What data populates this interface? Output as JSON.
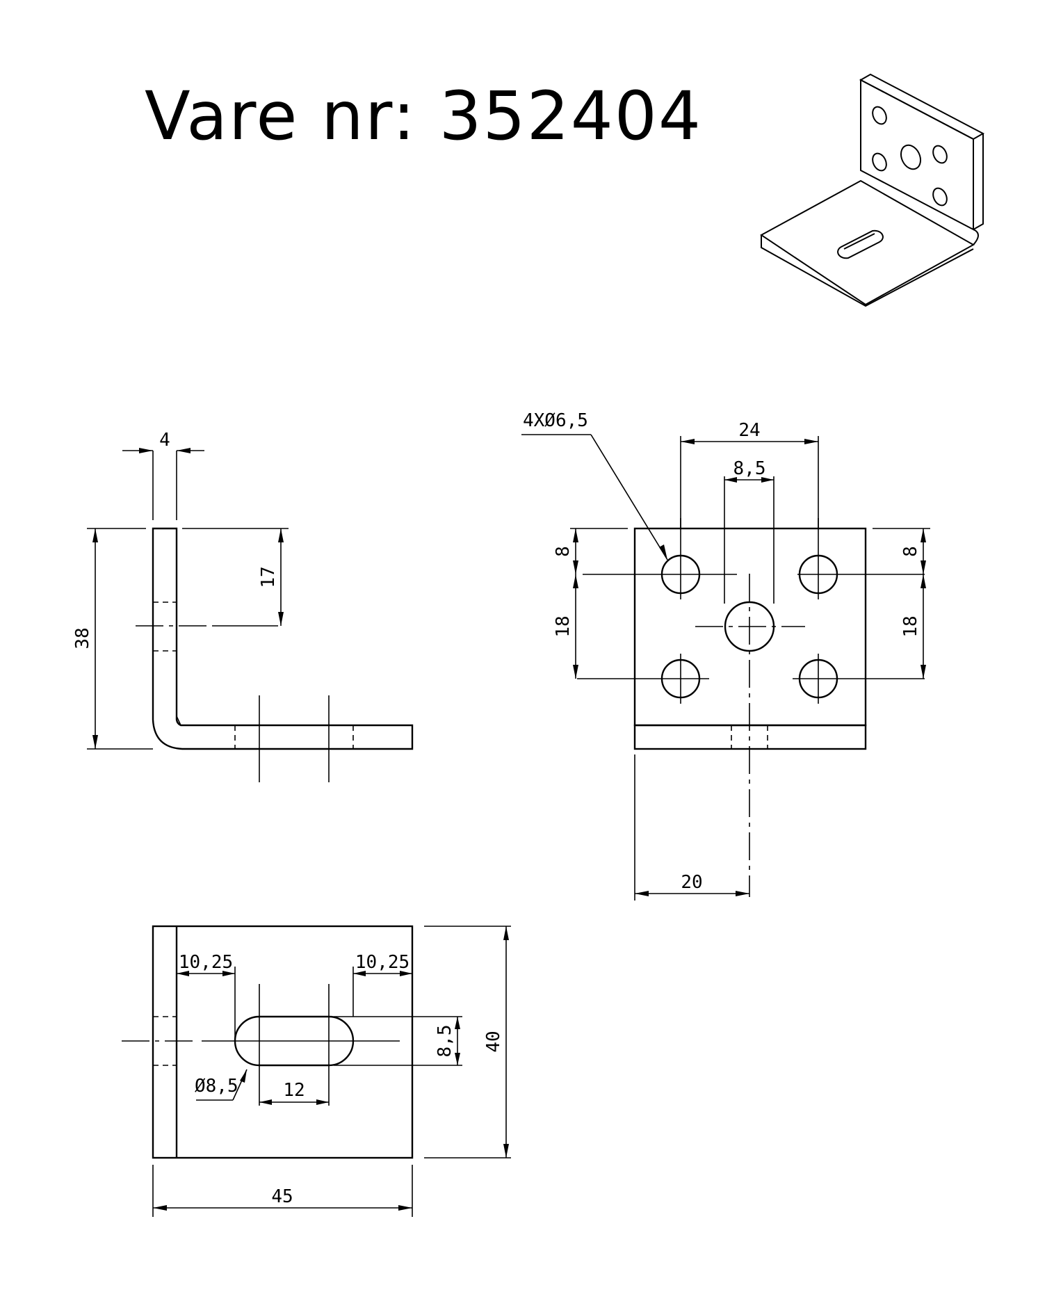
{
  "title": "Vare nr: 352404",
  "dimensions": {
    "side_thickness": "4",
    "side_height": "38",
    "side_upper": "17",
    "front_hole_spec": "4XØ6,5",
    "front_hole_spacing_x": "24",
    "front_slot_width": "8,5",
    "front_top_left": "8",
    "front_top_right": "8",
    "front_spacing_y_left": "18",
    "front_spacing_y_right": "18",
    "front_center_offset": "20",
    "top_left_offset": "10,25",
    "top_right_offset": "10,25",
    "top_slot_height": "8,5",
    "top_depth": "40",
    "top_slot_diameter": "Ø8,5",
    "top_slot_length": "12",
    "top_width": "45"
  }
}
